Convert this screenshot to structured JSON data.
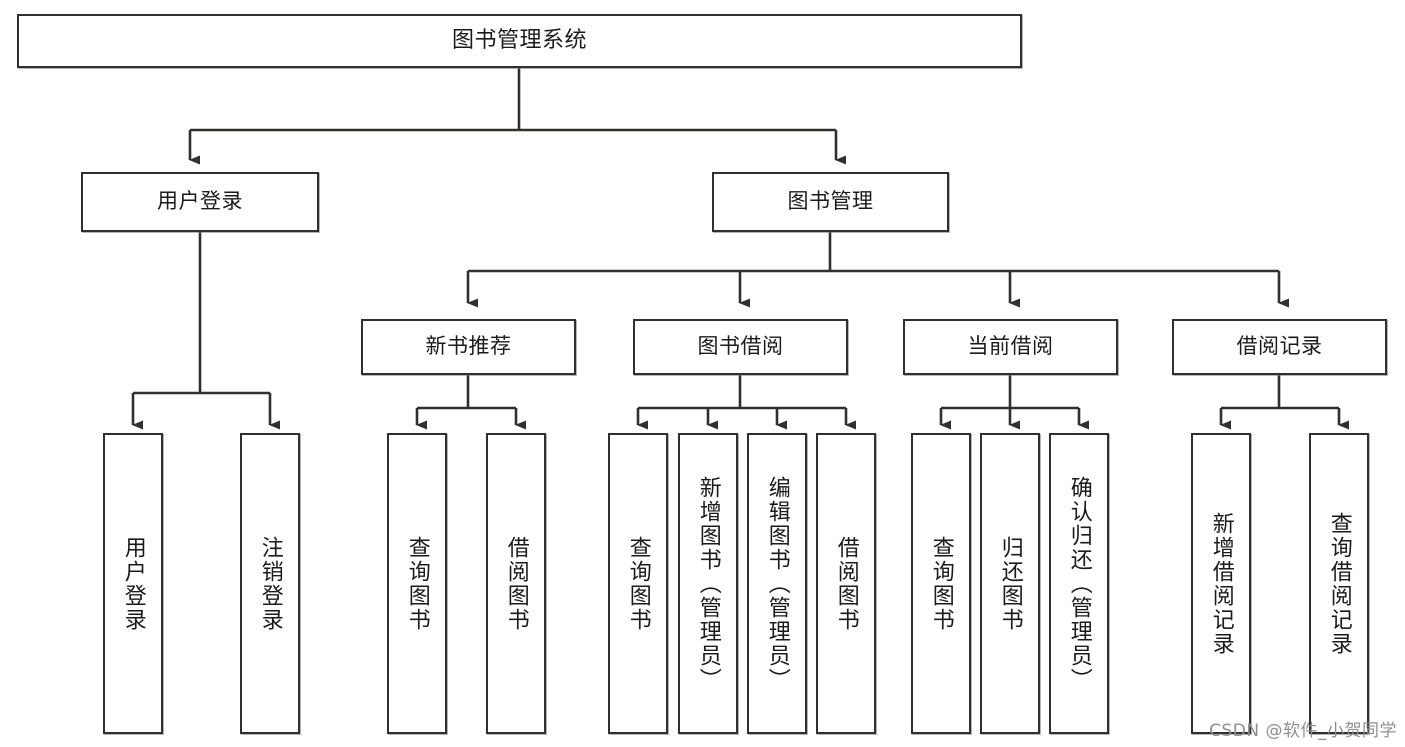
{
  "diagram": {
    "title": "图书管理系统",
    "watermark": "CSDN @软件_小贺同学",
    "line_color": "#30302f",
    "box_border_color": "#30302f",
    "box_fill_color": "#ffffff",
    "text_color": "#1b1b1b",
    "background_color": "#ffffff"
  },
  "nodes": {
    "root": {
      "label": "图书管理系统"
    },
    "level2": [
      {
        "label": "用户登录"
      },
      {
        "label": "图书管理"
      }
    ],
    "level3": [
      {
        "label": "新书推荐"
      },
      {
        "label": "图书借阅"
      },
      {
        "label": "当前借阅"
      },
      {
        "label": "借阅记录"
      }
    ],
    "leaves": {
      "user_login": [
        {
          "label": "用户登录"
        },
        {
          "label": "注销登录"
        }
      ],
      "new_book": [
        {
          "label": "查询图书"
        },
        {
          "label": "借阅图书"
        }
      ],
      "book_borrow": [
        {
          "label": "查询图书"
        },
        {
          "label": "新增图书（管理员）"
        },
        {
          "label": "编辑图书（管理员）"
        },
        {
          "label": "借阅图书"
        }
      ],
      "current_borrow": [
        {
          "label": "查询图书"
        },
        {
          "label": "归还图书"
        },
        {
          "label": "确认归还（管理员）"
        }
      ],
      "borrow_record": [
        {
          "label": "新增借阅记录"
        },
        {
          "label": "查询借阅记录"
        }
      ]
    }
  }
}
